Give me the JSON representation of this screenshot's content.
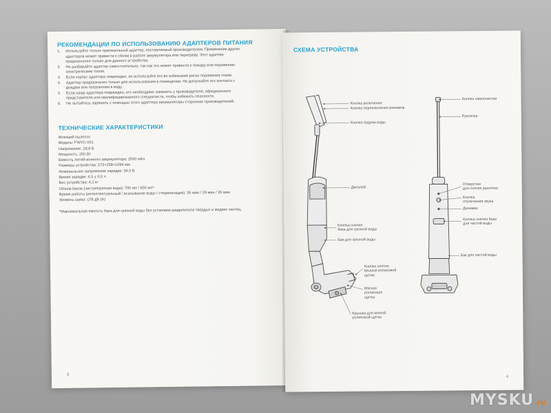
{
  "left_page": {
    "heading": "РЕКОМЕНДАЦИИ ПО ИСПОЛЬЗОВАНИЮ АДАПТЕРОВ ПИТАНИЯ",
    "rules": [
      {
        "num": "1.",
        "lines": [
          "Используйте только оригинальный адаптер, поставляемый производителем. Применение других",
          "адаптеров может привести к сбоям в работе аккумулятора или перегреву. Этот адаптер",
          "предназначен только для данного устройства."
        ]
      },
      {
        "num": "2.",
        "lines": [
          "Не разбирайте адаптер самостоятельно, так как это может привести к пожару или поражению",
          "электрическим током."
        ]
      },
      {
        "num": "3.",
        "lines": [
          "Если корпус адаптера поврежден, не используйте его во избежание риска поражения током."
        ]
      },
      {
        "num": "4.",
        "lines": [
          "Адаптер предназначен только для использования в помещении. Не допускайте его контакта с",
          "дождем или погружения в воду."
        ]
      },
      {
        "num": "5.",
        "lines": [
          "Если шнур адаптера поврежден, его необходимо заменить у производителя, официального",
          "представителя или квалифицированного специалиста, чтобы избежать опасности."
        ]
      },
      {
        "num": "6.",
        "lines": [
          "Не пытайтесь заряжать с помощью этого адаптера аккумуляторы сторонних производителей."
        ]
      }
    ],
    "specs_heading": "ТЕХНИЧЕСКИЕ ХАРАКТЕРИСТИКИ",
    "specs": [
      "Моющий пылесос",
      "Модель: FWVC-001",
      "Напряжение: 28,8 В",
      "Мощность: 250 Вт",
      "Емкость литий-ионного аккумулятора: 2500 мАч",
      "Размеры устройства: 273×258×1094 мм",
      "Номинальное напряжение зарядки: 34,5 В",
      "Время зарядки: 4,5 ± 0,5 ч",
      "Вес устройства: 4,2 кг",
      "Объем баков (чистая/грязная вода): 700 мл / 650 мл*",
      "Время работы (интеллектуальный / всасывание воды / стерилизация): 35 мин / 29 мин / 35 мин",
      "Уровень шума: ≤78 дБ (А)"
    ],
    "note": "*Максимальная емкость бака для грязной воды без установки разделителя твердых и жидких частиц.",
    "page_number": "3"
  },
  "right_page": {
    "heading": "СХЕМА УСТРОЙСТВА",
    "page_number": "4",
    "labels_left_device": {
      "power_button": "Кнопка включения",
      "mode_button": "Кнопка переключения режимов",
      "water_button": "Кнопка подачи воды",
      "display": "Дисплей",
      "dirty_tank_release": [
        "Кнопка снятия",
        "бака для грязной воды"
      ],
      "dirty_tank": "Бак для грязной воды",
      "roller_cover_release": [
        "Кнопка снятия",
        "крышки роликовой",
        "щетки"
      ],
      "soft_roller": [
        "Мягкая",
        "роликовая",
        "щетка"
      ],
      "soft_roller_cover": [
        "Крышка для мягкой",
        "роликовой щетки"
      ]
    },
    "labels_right_device": {
      "self_clean_button": "Кнопка самоочистки",
      "handle": "Рукоятка",
      "handle_release_hole": [
        "Отверстие",
        "для снятия рукоятки"
      ],
      "mute_button": [
        "Кнопка",
        "отключения звука"
      ],
      "speaker": "Динамик",
      "clean_tank_release": [
        "Кнопка снятия бака",
        "для чистой воды"
      ],
      "clean_tank": "Бак для чистой воды"
    }
  },
  "watermark": {
    "main": "MYSKU",
    "suffix": ".ru"
  },
  "colors": {
    "accent": "#2aa1cf",
    "text": "#555555",
    "page": "#f7f6f2",
    "background": "#aaaaaa"
  }
}
